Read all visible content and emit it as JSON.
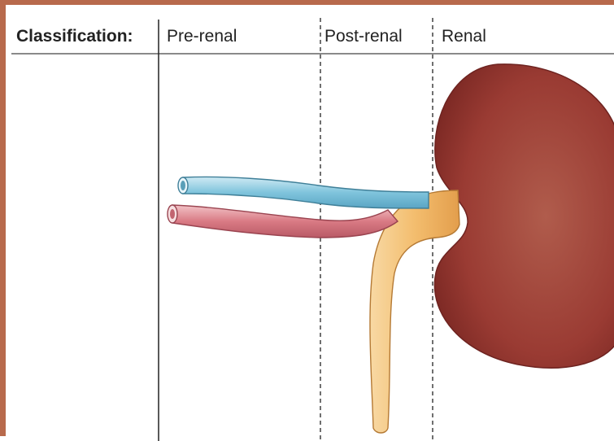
{
  "header": {
    "classification_label": "Classification:",
    "columns": [
      "Pre-renal",
      "Post-renal",
      "Renal"
    ]
  },
  "colors": {
    "border": "#b86a4c",
    "kidney": "#a9453b",
    "vein": "#7fc4dc",
    "artery": "#d97a84",
    "ureter": "#f3bd6e"
  },
  "icons": [
    "kidney-illustration",
    "renal-vein-icon",
    "renal-artery-icon",
    "ureter-icon"
  ]
}
